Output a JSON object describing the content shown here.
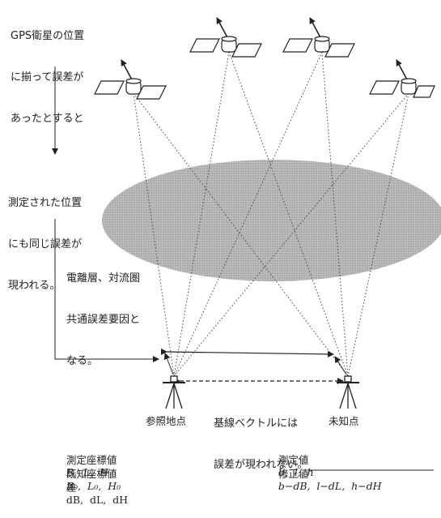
{
  "notes": {
    "top": [
      "GPS衛星の位置",
      "に揃って誤差が",
      "あったとすると"
    ],
    "middle": [
      "測定された位置",
      "にも同じ誤差が",
      "現われる。"
    ],
    "iono": [
      "電離層、対流圏",
      "共通誤差要因と",
      "なる。"
    ],
    "baseline": [
      "基線ベクトルには",
      "誤差が現われない。"
    ]
  },
  "stations": {
    "reference": "参照地点",
    "unknown": "未知点"
  },
  "table_left": [
    {
      "label": "測定座標値",
      "value": "B,  L,  H"
    },
    {
      "label": "既知座標値",
      "value": "B₀,  L₀,  H₀"
    },
    {
      "label": "差",
      "value": "dB,  dL,  dH"
    }
  ],
  "table_right": [
    {
      "label": "測定値",
      "value": "b,  l,  h"
    },
    {
      "label": "修正値",
      "value": "b−dB,  l−dL,  h−dH"
    }
  ]
}
